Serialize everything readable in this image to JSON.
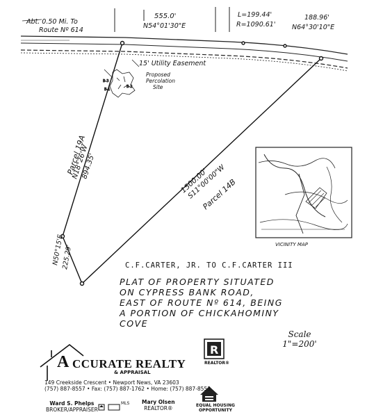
{
  "labels": {
    "route_note_1": "Abt. 0.50 Mi. To",
    "route_note_2": "Route Nº 614",
    "bearing_top": "555.0'",
    "bearing_top_dir": "N54°01'30\"E",
    "curve_l": "L=199.44'",
    "curve_r": "R=1090.61'",
    "bearing_right": "188.96'",
    "bearing_right_dir": "N64°30'10\"E",
    "easement": "15' Utility Easement",
    "perc_1": "Proposed",
    "perc_2": "Percolation",
    "perc_3": "Site",
    "parcel_left": "Parcel 19A",
    "west_bearing": "N18°26'W",
    "west_dist": "894.35'",
    "diag_dist": "1500.00'",
    "diag_bearing": "S11°00'00\"W",
    "parcel_right": "Parcel 14B",
    "sw_bearing": "N50°15'E",
    "sw_dist": "225.29'",
    "vicinity_map": "VICINITY MAP"
  },
  "document": {
    "grantor": "C.F.CARTER, JR. TO C.F.CARTER III",
    "title_lines": [
      "PLAT OF PROPERTY SITUATED",
      "ON CYPRESS BANK ROAD,",
      "EAST OF ROUTE Nº 614, BEING",
      "A PORTION OF CHICKAHOMINY",
      "COVE"
    ],
    "scale_1": "Scale",
    "scale_2": "1\"=200'"
  },
  "footer": {
    "company_name": "CCURATE REALTY",
    "company_letter": "A",
    "company_sub": "& APPRAISAL",
    "address": "149 Creekside Crescent • Newport News, VA 23603",
    "phones": "(757) 887-8557 • Fax: (757) 887-1762 • Home: (757) 887-8553",
    "agent1_name": "Ward S. Phelps",
    "agent1_title": "BROKER/APPRAISER",
    "agent2_name": "Mary Olsen",
    "agent2_title": "REALTOR®",
    "realtor_label": "REALTOR®",
    "equal_housing_1": "EQUAL HOUSING",
    "equal_housing_2": "OPPORTUNITY",
    "mls_label": "MLS"
  }
}
